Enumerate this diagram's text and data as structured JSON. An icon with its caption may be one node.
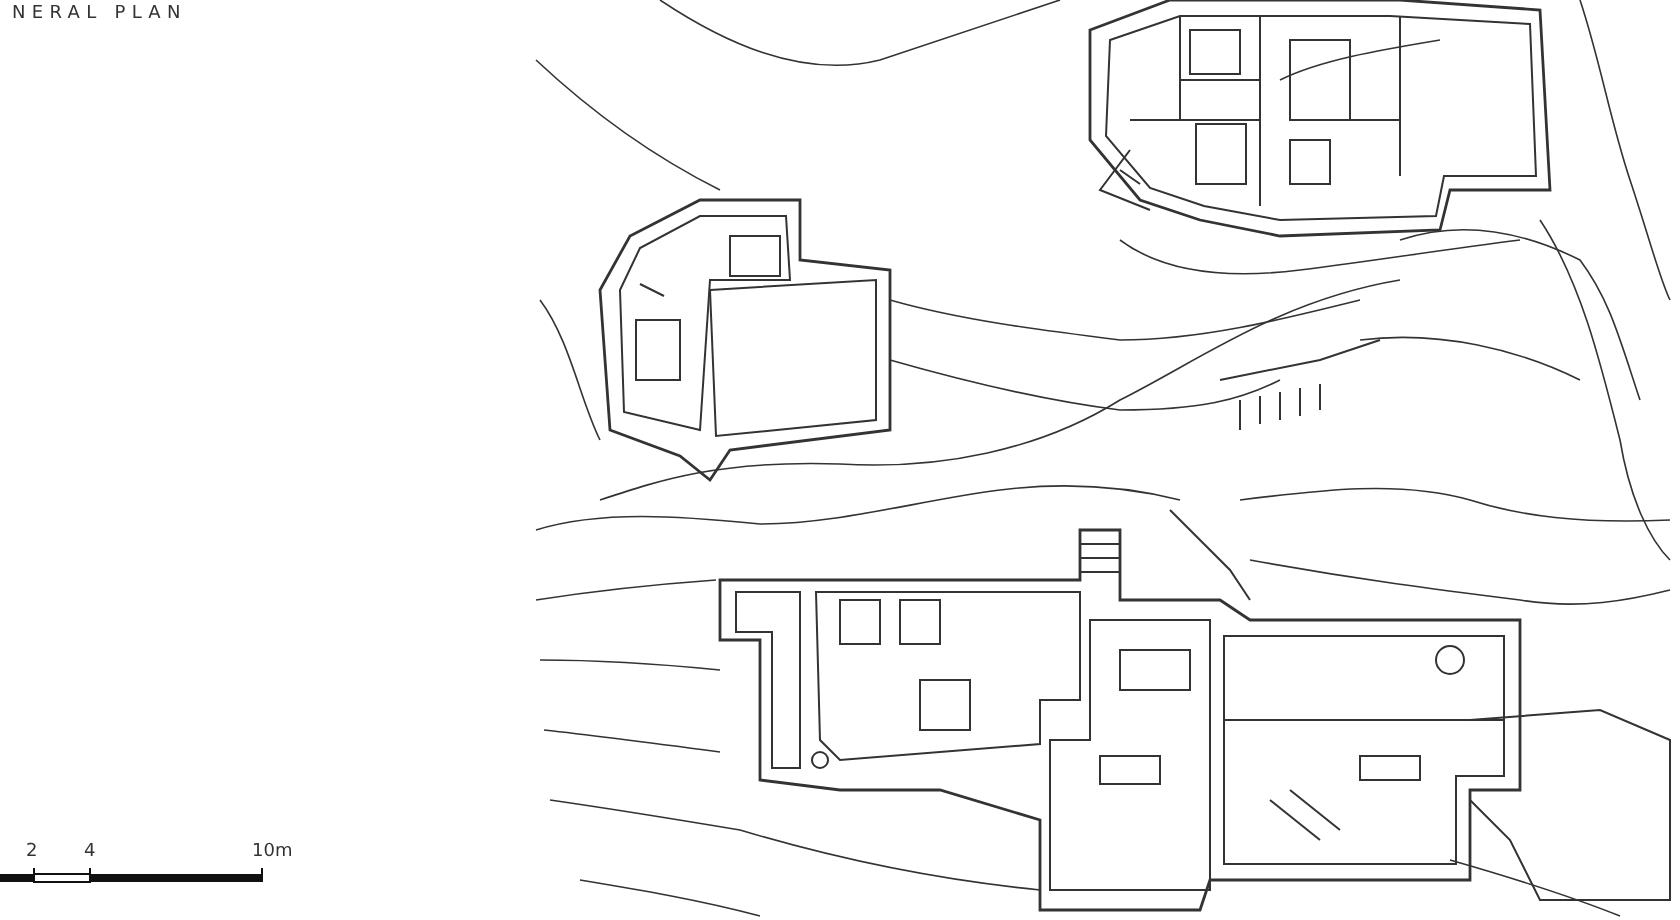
{
  "diagram": {
    "title": "NERAL PLAN",
    "labels": [
      "2",
      "4",
      "10m"
    ]
  }
}
